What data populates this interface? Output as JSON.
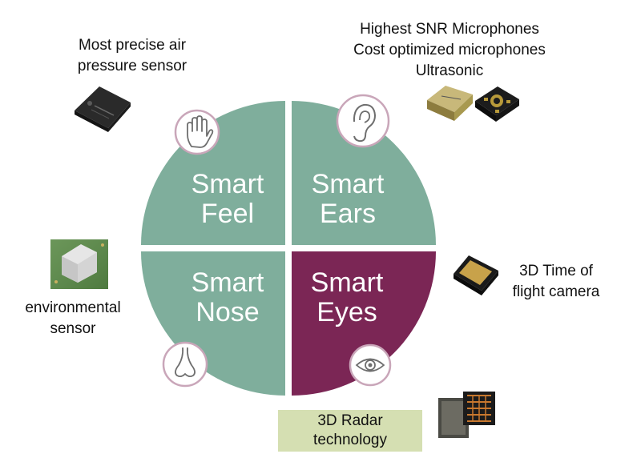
{
  "quadrants": [
    {
      "id": "feel",
      "line1": "Smart",
      "line2": "Feel",
      "color": "#7fae9c",
      "icon": "hand-icon"
    },
    {
      "id": "ears",
      "line1": "Smart",
      "line2": "Ears",
      "color": "#7fae9c",
      "icon": "ear-icon"
    },
    {
      "id": "nose",
      "line1": "Smart",
      "line2": "Nose",
      "color": "#7fae9c",
      "icon": "nose-icon"
    },
    {
      "id": "eyes",
      "line1": "Smart",
      "line2": "Eyes",
      "color": "#7b2655",
      "icon": "eye-icon"
    }
  ],
  "labels": {
    "air_pressure": [
      "Most precise air",
      "pressure sensor"
    ],
    "microphones": [
      "Highest SNR Microphones",
      "Cost optimized microphones",
      "Ultrasonic"
    ],
    "environmental": [
      "environmental",
      "sensor"
    ],
    "tof_camera": [
      "3D Time of",
      "flight camera"
    ],
    "radar": [
      "3D Radar",
      "technology"
    ]
  },
  "colors": {
    "teal": "#7fae9c",
    "plum": "#7b2655",
    "radar_box": "#d5dfb2",
    "icon_border": "#c9a6b9"
  }
}
